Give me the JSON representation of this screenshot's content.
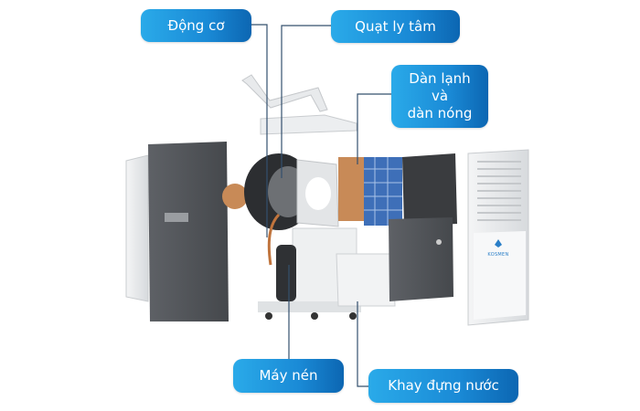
{
  "labels": {
    "motor": "Động cơ",
    "fan": "Quạt ly tâm",
    "coil": "Dàn lạnh\nvà\ndàn nóng",
    "coil_lines": [
      "Dàn lạnh",
      "và",
      "dàn nóng"
    ],
    "compressor": "Máy nén",
    "tray": "Khay đựng nước"
  },
  "brand_logo_text": "KOSMEN",
  "colors": {
    "label_start": "#2aaae9",
    "label_end": "#0c66b2",
    "leader": "#34506e"
  }
}
